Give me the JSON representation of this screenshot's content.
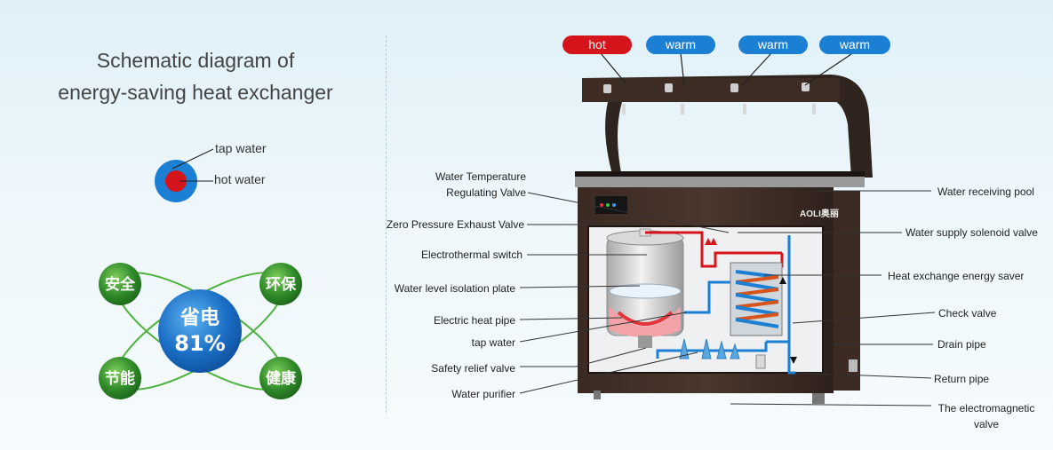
{
  "title": {
    "line1": "Schematic diagram of",
    "line2": "energy-saving heat exchanger"
  },
  "legend": {
    "tap_water": "tap water",
    "hot_water": "hot water",
    "tap_color": "#1b7fd4",
    "hot_color": "#d6141c"
  },
  "saving": {
    "center_line1": "省电",
    "center_line2": "81%",
    "safe": "安全",
    "eco": "环保",
    "energy": "节能",
    "health": "健康",
    "center_color": "#1b6fc6",
    "satellite_color": "#2f8a2a"
  },
  "outlets": {
    "hot": "hot",
    "warm1": "warm",
    "warm2": "warm",
    "warm3": "warm",
    "hot_color": "#d6141c",
    "warm_color": "#1b7fd4"
  },
  "brand": "AOLI奥丽",
  "labels_left": {
    "temp_valve_1": "Water Temperature",
    "temp_valve_2": "Regulating Valve",
    "zero_pressure": "Zero Pressure Exhaust Valve",
    "electrothermal": "Electrothermal switch",
    "isolation_plate": "Water level isolation plate",
    "heat_pipe": "Electric heat pipe",
    "tap_water": "tap water",
    "safety_valve": "Safety relief valve",
    "purifier": "Water purifier"
  },
  "labels_right": {
    "receiving_pool": "Water receiving pool",
    "solenoid": "Water supply solenoid valve",
    "energy_saver": "Heat exchange energy saver",
    "check_valve": "Check valve",
    "drain_pipe": "Drain pipe",
    "return_pipe": "Return pipe",
    "electromagnetic_1": "The electromagnetic",
    "electromagnetic_2": "valve"
  }
}
